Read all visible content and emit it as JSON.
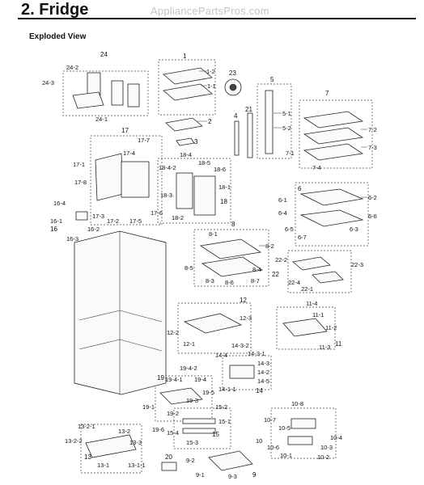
{
  "header": {
    "title": "2.  Fridge",
    "watermark": "AppliancePartsPros.com"
  },
  "subtitle": "Exploded View",
  "callouts": {
    "g1": "1",
    "p1_1": "1-1",
    "p1_2": "1-2",
    "g2": "2",
    "g3": "3",
    "g4": "4",
    "g5": "5",
    "p5_1": "5-1",
    "p5_2": "5-2",
    "g6": "6",
    "p6_1": "6-1",
    "p6_2": "6-2",
    "p6_3": "6-3",
    "p6_4": "6-4",
    "p6_5": "6-5",
    "p6_6": "6-6",
    "p6_7": "6-7",
    "g7": "7",
    "p7_1": "7-1",
    "p7_2": "7-2",
    "p7_3": "7-3",
    "p7_4": "7-4",
    "g8": "8",
    "p8_1": "8-1",
    "p8_2": "8-2",
    "p8_3": "8-3",
    "p8_4": "8-4",
    "p8_5": "8-5",
    "p8_6": "8-6",
    "p8_7": "8-7",
    "g9": "9",
    "p9_1": "9-1",
    "p9_2": "9-2",
    "p9_3": "9-3",
    "g10": "10",
    "p10_1": "10-1",
    "p10_2": "10-2",
    "p10_3": "10-3",
    "p10_4": "10-4",
    "p10_5": "10-5",
    "p10_6": "10-6",
    "p10_7": "10-7",
    "p10_8": "10-8",
    "g11": "11",
    "p11_1": "11-1",
    "p11_2": "11-2",
    "p11_3": "11-3",
    "p11_4": "11-4",
    "g12": "12",
    "p12_1": "12-1",
    "p12_2": "12-2",
    "p12_3": "12-3",
    "g13": "13",
    "p13_1": "13-1",
    "p13_1_1": "13-1-1",
    "p13_2": "13-2",
    "p13_2_1": "13-2-1",
    "p13_2_2": "13-2-2",
    "p13_3": "13-3",
    "g14": "14",
    "p14_1_1": "14-1-1",
    "p14_2": "14-2",
    "p14_3": "14-3",
    "p14_3_1": "14-3-1",
    "p14_3_2": "14-3-2",
    "p14_4": "14-4",
    "p14_5": "14-5",
    "g15": "15",
    "p15_1": "15-1",
    "p15_2": "15-2",
    "p15_3": "15-3",
    "p15_4": "15-4",
    "g16_1": "16-1",
    "g16_2": "16-2",
    "g16_3": "16-3",
    "g16_4": "16-4",
    "g16": "16",
    "g17": "17",
    "p17_1": "17-1",
    "p17_2": "17-2",
    "p17_3": "17-3",
    "p17_4": "17-4",
    "p17_5": "17-5",
    "p17_6": "17-6",
    "p17_7": "17-7",
    "p17_8": "17-8",
    "g18": "18",
    "p18_1": "18-1",
    "p18_2": "18-2",
    "p18_3": "18-3",
    "p18_4": "18-4",
    "p18_4_2": "18-4-2",
    "p18_5": "18-5",
    "p18_6": "18-6",
    "g19": "19",
    "p19_2": "19-2",
    "p19_3": "19-3",
    "p19_4": "19-4",
    "p19_4_1": "19-4-1",
    "p19_4_2": "19-4-2",
    "p19_5": "19-5",
    "p19_6": "19-6",
    "p19_1": "19-1",
    "g20": "20",
    "g21": "21",
    "g22": "22",
    "p22_1": "22-1",
    "p22_2": "22-2",
    "p22_3": "22-3",
    "p22_4": "22-4",
    "g23": "23",
    "g24": "24",
    "p24_1": "24-1",
    "p24_2": "24-2",
    "p24_3": "24-3"
  }
}
